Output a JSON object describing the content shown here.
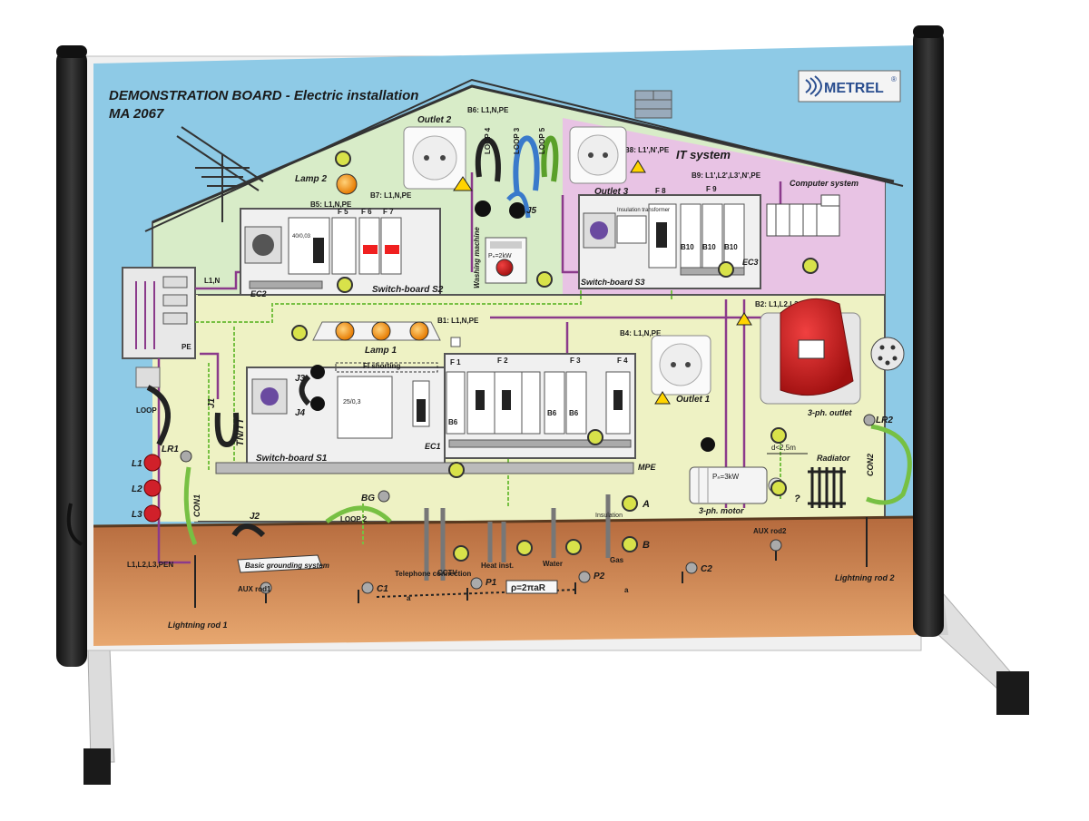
{
  "board": {
    "title_line1": "DEMONSTRATION BOARD  -  Electric installation",
    "title_line2": "MA 2067",
    "brand": "METREL",
    "brand_mark": "®"
  },
  "labels": {
    "lamp2": "Lamp 2",
    "lamp1": "Lamp 1",
    "outlet2": "Outlet 2",
    "outlet3": "Outlet 3",
    "outlet1": "Outlet 1",
    "it_system": "IT system",
    "computer": "Computer system",
    "switchboard_s2": "Switch-board S2",
    "switchboard_s3": "Switch-board S3",
    "switchboard_s1": "Switch-board S1",
    "insulation_transformer": "Insulation transformer",
    "washing_machine": "Washing machine",
    "wm_power": "Pₙ=2kW",
    "fi_shorting": "FI shorting",
    "ec1": "EC1",
    "ec2": "EC2",
    "ec3": "EC3",
    "mpe": "MPE",
    "radiator": "Radiator",
    "motor": "3-ph. motor",
    "motor_power": "Pₙ=3kW",
    "distance": "d<2,5m",
    "three_ph_outlet": "3-ph. outlet",
    "tn_tt": "TN/TT",
    "loop": "LOOP",
    "loop2": "LOOP 2",
    "loop4": "LOOP 4",
    "loop3": "LOOP 3",
    "loop5": "LOOP 5",
    "lr1": "LR1",
    "lr2": "LR2",
    "l1": "L1",
    "l2": "L2",
    "l3": "L3",
    "con1": "CON1",
    "con2": "CON2",
    "j1": "J1",
    "j2": "J2",
    "j3": "J3",
    "j4": "J4",
    "j5": "J5",
    "bg": "BG",
    "a": "A",
    "b": "B",
    "basic_grounding": "Basic grounding system",
    "telephone": "Telephone connection",
    "cctv": "CCTV",
    "heat_inst": "Heat inst.",
    "water": "Water",
    "gas": "Gas",
    "insulation": "Insulation",
    "aux_rod1": "AUX rod1",
    "aux_rod2": "AUX rod2",
    "lightning_rod1": "Lightning rod 1",
    "lightning_rod2": "Lightning rod 2",
    "c1": "C1",
    "c2": "C2",
    "p1": "P1",
    "p2": "P2",
    "rho_formula": "ρ=2πaR",
    "a_dist": "a",
    "pen_bus": "L1,L2,L3,PEN",
    "l1n": "L1,N",
    "pe": "PE",
    "b1": "B1: L1,N,PE",
    "b2": "B2: L1,L2,L3,N,PE",
    "b4": "B4: L1,N,PE",
    "b5": "B5: L1,N,PE",
    "b6": "B6: L1,N,PE",
    "b7": "B7: L1,N,PE",
    "b8": "B8: L1',N',PE",
    "b9": "B9: L1',L2',L3',N',PE",
    "f1": "F 1",
    "f2": "F 2",
    "f3": "F 3",
    "f4": "F 4",
    "f5": "F 5",
    "f6": "F 6",
    "f7": "F 7",
    "f8": "F 8",
    "f9": "F 9",
    "b6_a": "B6",
    "b6_b": "B6",
    "b6_c": "B6",
    "b10_a": "B10",
    "b10_b": "B10",
    "b10_c": "B10",
    "rcd_rating": "25/0,3",
    "s2_rating": "40/0,03",
    "q": "?"
  },
  "colors": {
    "sky": "#8ecae6",
    "house_upper": "#d8ecc8",
    "it_zone": "#e8c3e4",
    "house_lower": "#eef2c4",
    "ground": "#c87a4a",
    "frame": "#222222",
    "stand": "#e6e6e6",
    "wire_green": "#77c043",
    "wire_purple": "#8b3a8b",
    "plug_red": "#d02020"
  }
}
